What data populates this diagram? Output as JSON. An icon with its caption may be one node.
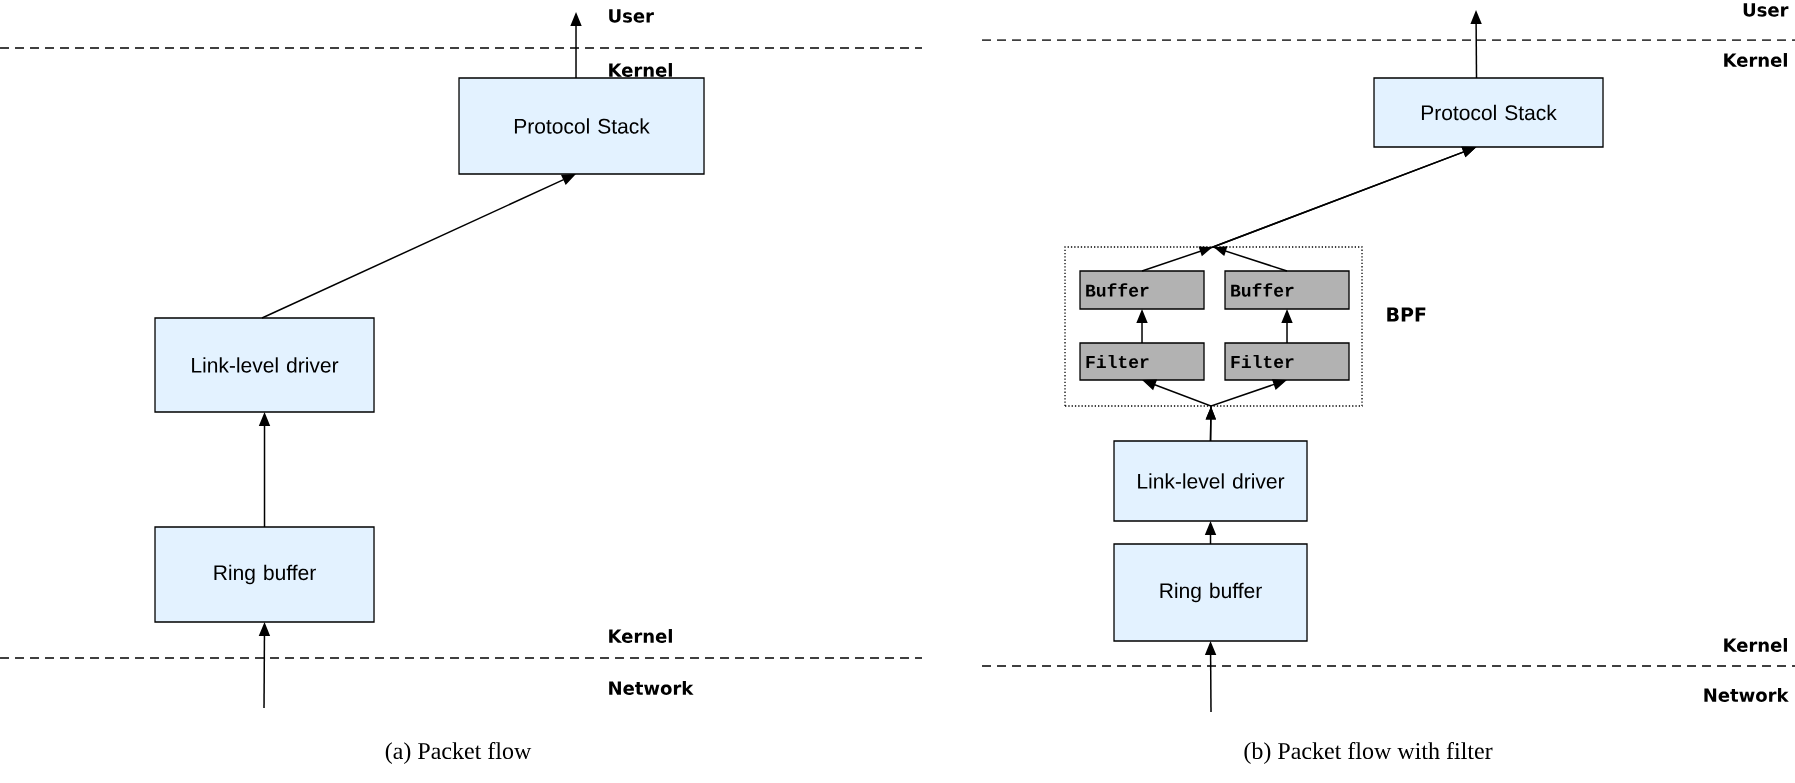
{
  "diagram": {
    "nodes": [
      {
        "text": [
          "Protocol Stack"
        ]
      },
      {
        "text": [
          "Link-level driver"
        ]
      },
      {
        "text": [
          "Ring buffer"
        ]
      },
      {
        "text": [
          "Protocol Stack"
        ]
      },
      {
        "text": [
          "BPF"
        ]
      },
      {
        "text": [
          "Buffer"
        ],
        "in": 4
      },
      {
        "text": [
          "Buffer"
        ],
        "in": 4
      },
      {
        "text": [
          "Filter"
        ],
        "in": 4
      },
      {
        "text": [
          "Filter"
        ],
        "in": 4
      },
      {
        "text": [
          "Link-level driver"
        ]
      },
      {
        "text": [
          "Ring buffer"
        ]
      }
    ],
    "edges": [
      {
        "from": 0,
        "to": null,
        "arrow": "to"
      },
      {
        "from": 1,
        "to": 0,
        "arrow": "to"
      },
      {
        "from": 2,
        "to": 1,
        "arrow": "to"
      },
      {
        "from": null,
        "to": 2,
        "arrow": "to"
      },
      {
        "from": 3,
        "to": null,
        "arrow": "to"
      },
      {
        "from": 5,
        "to": 3,
        "arrow": "to"
      },
      {
        "from": 6,
        "to": 3,
        "arrow": "to"
      },
      {
        "from": 7,
        "to": 5,
        "arrow": "to"
      },
      {
        "from": 8,
        "to": 6,
        "arrow": "to"
      },
      {
        "from": 9,
        "to": 7,
        "arrow": "to"
      },
      {
        "from": 9,
        "to": 8,
        "arrow": "to"
      },
      {
        "from": 10,
        "to": 9,
        "arrow": "to"
      },
      {
        "from": null,
        "to": 10,
        "arrow": "to"
      }
    ],
    "labels": [
      "User",
      "Kernel",
      "Kernel",
      "Network",
      "User",
      "Kernel",
      "Kernel",
      "Network",
      "(a)  Packet flow",
      "(b)  Packet flow with filter"
    ]
  }
}
